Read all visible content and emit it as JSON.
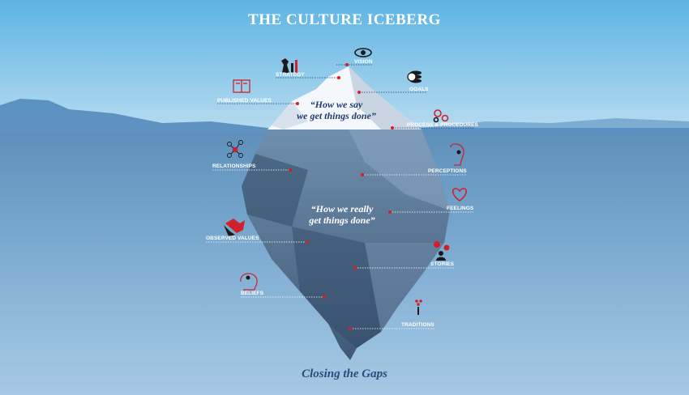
{
  "title": "THE CULTURE ICEBERG",
  "footer": "Closing the Gaps",
  "quotes": {
    "above": [
      "“How we say",
      "we get things done”"
    ],
    "below": [
      "“How we really",
      "get things done”"
    ]
  },
  "labels": {
    "vision": "VISION",
    "strategy": "STRATEGY",
    "goals": "GOALS",
    "published_values": "PUBLISHED VALUES",
    "process": "PROCESS & PROCEDURES",
    "relationships": "RELATIONSHIPS",
    "perceptions": "PERCEPTIONS",
    "feelings": "FEELINGS",
    "observed_values": "OBSERVED VALUES",
    "stories": "STORIES",
    "beliefs": "BELIEFS",
    "traditions": "TRADITIONS"
  },
  "colors": {
    "sky_top": "#5fb4e3",
    "sea_surface": "#5e8fb9",
    "sea_deep": "#8cb6d8",
    "iceberg_under": "#45627e",
    "iceberg_top": "#ffffff",
    "accent_red": "#d0202a",
    "title_navy": "#2d4a78"
  }
}
